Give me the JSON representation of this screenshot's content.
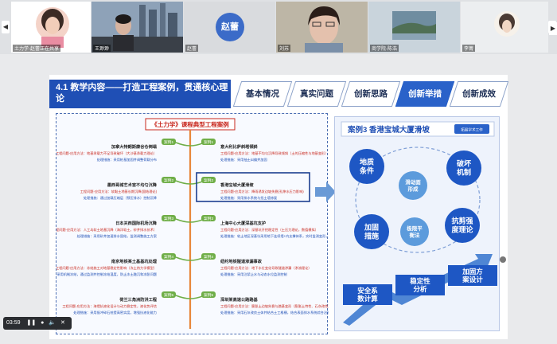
{
  "participants": [
    {
      "name": "土力学-赵蕾正在共享",
      "avatar": "portrait"
    },
    {
      "name": "王渺渺",
      "avatar": "video"
    },
    {
      "name": "赵蕾",
      "avatar": "text",
      "avatar_text": "赵蕾"
    },
    {
      "name": "刘苏",
      "avatar": "video"
    },
    {
      "name": "商学院-陈浩",
      "avatar": "landscape"
    },
    {
      "name": "李菁",
      "avatar": "portrait2"
    }
  ],
  "slide": {
    "title": "4.1 教学内容——打造工程案例，贯通核心理论",
    "tabs": [
      "基本情况",
      "真实问题",
      "创新思路",
      "创新举措",
      "创新成效"
    ],
    "active_tab": "创新举措",
    "mindmap_title": "《土力学》课程典型工程案例",
    "case_panel_title": "案例3 香港宝城大厦滑坡",
    "case_badge": "拓展学术工作",
    "cycle_nodes": [
      "地质条件",
      "滑动面形成",
      "破坏机制",
      "抗剪强度理论",
      "极限平衡法",
      "加固措施"
    ],
    "bottom_labels": [
      "安全系数计算",
      "稳定性分析",
      "加固方案设计"
    ],
    "left_cases": [
      {
        "tag": "案例1",
        "title": "加拿大特朗斯康谷仓倒塌",
        "problem_label": "工程问题-应用方法：",
        "problem": "地基承载力不足导致破坏（大沙基承载力理论）",
        "solution_label": "处理措施：",
        "solution": "采用桩基加固并调整荷载分布"
      },
      {
        "tag": "案例2",
        "title": "墨西哥城艺术宫不均匀沉降",
        "problem_label": "工程问题-应用方法：",
        "problem": "软黏土地基长期沉降(固结理论)",
        "solution_label": "处理措施：",
        "solution": "通过加载压缩层（预压排水）控制沉降"
      },
      {
        "tag": "案例3",
        "title": "日本关西国际机场沉降",
        "problem_label": "工程问题-应用方法：",
        "problem": "人工岛软土地基沉降（海洋软土，砂井排水技术）",
        "solution_label": "处理措施：",
        "solution": "采用砂井加速排水固结，监测调整施工方案"
      },
      {
        "tag": "案例4",
        "title": "南京地铁某土基基坑处理",
        "problem_label": "工程问题-应用方法：",
        "problem": "冻结施工对地基稳定性影响（冻土热力学模型）",
        "solution_label": "处理措施：",
        "solution": "采用机制冻结，通过监测并控制冻结温度，防止冻土融沉和冻胀问题"
      },
      {
        "tag": "案例5",
        "title": "荷兰三角洲防洪工程",
        "problem_label": "工程问题-应用方法：",
        "problem": "海堤抗液化设计与动力稳定性，液化势评估",
        "solution_label": "处理措施：",
        "solution": "采用振冲碎石桩提高密实度，增强抗液化能力"
      }
    ],
    "right_cases": [
      {
        "tag": "案例1",
        "title": "意大利比萨斜塔倾斜",
        "problem_label": "工程问题-应用方法：",
        "problem": "地基不均匀沉降导致倾斜（土的压缩性与地基变形）",
        "solution_label": "处理措施：",
        "solution": "采用抽土纠偏并加固"
      },
      {
        "tag": "案例2",
        "title": "香港宝城大厦滑坡",
        "problem_label": "工程问题-应用方法：",
        "problem": "降雨诱发边坡失稳(孔隙水压力影响)",
        "solution_label": "处理措施：",
        "solution": "采用排水系统与挡土墙修复"
      },
      {
        "tag": "案例3",
        "title": "上海中心大厦深基坑支护",
        "problem_label": "工程问题-应用方法：",
        "problem": "深基坑开挖稳定性（土压力理论，数值模拟）",
        "solution_label": "处理措施：",
        "solution": "软土地区深基坑采用地下连续墙+内支撑体系，实时监测变形，防止坑底隆起和周边沉降"
      },
      {
        "tag": "案例4",
        "title": "纽约地铁隧道渗漏事故",
        "problem_label": "工程问题-应用方法：",
        "problem": "地下水位变化导致隧道渗漏（渗流理论）",
        "solution_label": "处理措施：",
        "solution": "采用注浆止水与动态水位监测控制"
      },
      {
        "tag": "案例5",
        "title": "深圳某高速公路路基",
        "problem_label": "工程问题-应用方法：",
        "problem": "膨胀土边坡失稳与路基变形（膨胀土特性、石灰改性）",
        "solution_label": "处理措施：",
        "solution": "采用石灰改良土体并结合土工格栅，结合表面排水系统综合治理"
      }
    ]
  },
  "controls": {
    "time": "03:59"
  },
  "colors": {
    "brand": "#1f4fb5",
    "accent": "#2a62c9",
    "trunk": "#e8873a",
    "branch_green": "#6fae47",
    "problem_red": "#c8281e",
    "solution_blue": "#1f4fb5"
  }
}
